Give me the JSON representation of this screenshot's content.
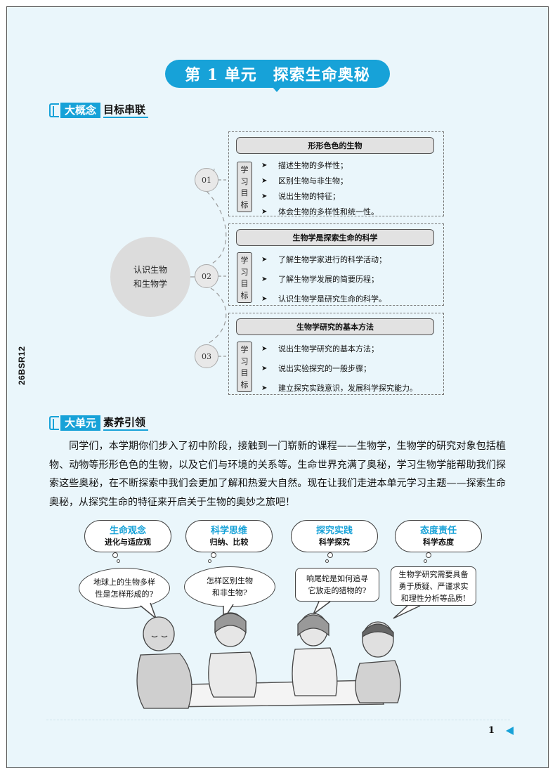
{
  "side_code": "26BSR12",
  "unit": {
    "title": "第 1 单元　探索生命奥秘"
  },
  "sections": {
    "concept": {
      "tag": "大概念",
      "subtitle": "目标串联"
    },
    "guide": {
      "tag": "大单元",
      "subtitle": "素养引领"
    }
  },
  "concept_map": {
    "center_lines": [
      "认识生物",
      "和生物学"
    ],
    "goal_tag_chars": [
      "学",
      "习",
      "目",
      "标"
    ],
    "topics": [
      {
        "num": "01",
        "title": "形形色色的生物",
        "goals": [
          "描述生物的多样性；",
          "区别生物与非生物；",
          "说出生物的特征；",
          "体会生物的多样性和统一性。"
        ]
      },
      {
        "num": "02",
        "title": "生物学是探索生命的科学",
        "goals": [
          "了解生物学家进行的科学活动；",
          "了解生物学发展的简要历程；",
          "认识生物学是研究生命的科学。"
        ]
      },
      {
        "num": "03",
        "title": "生物学研究的基本方法",
        "goals": [
          "说出生物学研究的基本方法；",
          "说出实验探究的一般步骤；",
          "建立探究实践意识，发展科学探究能力。"
        ]
      }
    ],
    "arrow_icon": "arrowhead-icon"
  },
  "guide_paragraph": "同学们，本学期你们步入了初中阶段，接触到一门崭新的课程——生物学，生物学的研究对象包括植物、动物等形形色色的生物，以及它们与环境的关系等。生命世界充满了奥秘，学习生物学能帮助我们探索这些奥秘，在不断探索中我们会更加了解和热爱大自然。现在让我们走进本单元学习主题——探索生命奥秘，从探究生命的特征来开启关于生物的奥妙之旅吧！",
  "illustration": {
    "clouds": [
      {
        "title": "生命观念",
        "sub": "进化与适应观"
      },
      {
        "title": "科学思维",
        "sub": "归纳、比较"
      },
      {
        "title": "探究实践",
        "sub": "科学探究"
      },
      {
        "title": "态度责任",
        "sub": "科学态度"
      }
    ],
    "speeches": [
      [
        "地球上的生物多样",
        "性是怎样形成的?"
      ],
      [
        "怎样区别生物",
        "和非生物?"
      ],
      [
        "响尾蛇是如何追寻",
        "它放走的猎物的?"
      ],
      [
        "生物学研究需要具备",
        "勇于质疑、严谨求实",
        "和理性分析等品质!"
      ]
    ]
  },
  "footer": {
    "page_number": "1"
  },
  "colors": {
    "accent": "#17a2d8",
    "page_bg": "#eaf6fb"
  }
}
